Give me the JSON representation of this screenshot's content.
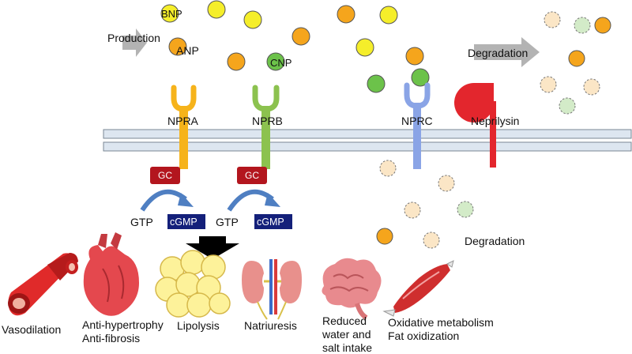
{
  "labels": {
    "production": "Production",
    "degradation_top": "Degradation",
    "degradation_mid": "Degradation",
    "bnp": "BNP",
    "anp": "ANP",
    "cnp": "CNP",
    "nrpa": "NPRA",
    "nrpb": "NPRB",
    "nrpc": "NPRC",
    "neprilysin": "Neprilysin",
    "gc_a": "GC",
    "gc_b": "GC",
    "gtp_a": "GTP",
    "gtp_b": "GTP",
    "cgmp_a": "cGMP",
    "cgmp_b": "cGMP"
  },
  "effects": {
    "vasodilation": "Vasodilation",
    "hypertrophy_1": "Anti-hypertrophy",
    "hypertrophy_2": "Anti-fibrosis",
    "lipolysis": "Lipolysis",
    "natriuresis": "Natriuresis",
    "reduced_1": "Reduced",
    "reduced_2": "water and",
    "reduced_3": "salt intake",
    "oxidative_1": "Oxidative metabolism",
    "oxidative_2": "Fat oxidization"
  },
  "colors": {
    "bnp": "#f5ee2a",
    "anp": "#f5a51c",
    "cnp": "#6cc24a",
    "nrpa": "#f6b31b",
    "nrpb": "#8cc24f",
    "nrpc": "#8aa4e6",
    "neprilysin": "#e3262d",
    "gc": "#b3161e",
    "cgmp": "#14207a",
    "arrow_grey": "#b3b3b3",
    "membrane": "#dde6f0"
  }
}
